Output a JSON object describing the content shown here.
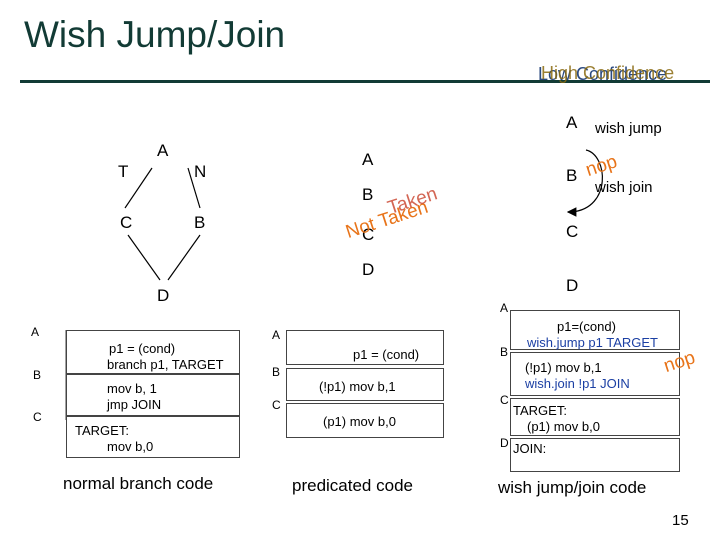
{
  "title": "Wish Jump/Join",
  "confidence": {
    "low": "Low Confidence",
    "high": "High Confidence"
  },
  "cfg": {
    "a": "A",
    "t": "T",
    "n": "N",
    "b": "B",
    "c": "C",
    "d": "D"
  },
  "mid_cfg": {
    "a": "A",
    "b": "B",
    "c": "C",
    "d": "D",
    "not_taken": "Not Taken",
    "taken": "Taken"
  },
  "wish_cfg": {
    "a": "A",
    "b": "B",
    "c": "C",
    "d": "D",
    "wish_jump": "wish jump",
    "wish_join": "wish join",
    "nop": "nop"
  },
  "normal": {
    "labels": {
      "a": "A",
      "b": "B",
      "c": "C"
    },
    "box1_l1": "p1 = (cond)",
    "box1_l2": "branch  p1, TARGET",
    "box2_l1": "mov b, 1",
    "box2_l2": "jmp JOIN",
    "box3_l1": "TARGET:",
    "box3_l2": "mov b,0",
    "caption": "normal branch code"
  },
  "pred": {
    "labels": {
      "a": "A",
      "b": "B",
      "c": "C"
    },
    "line1": "p1 = (cond)",
    "line2": "(!p1) mov  b,1",
    "line3": "(p1) mov  b,0",
    "caption": "predicated code"
  },
  "wish": {
    "labels": {
      "a": "A",
      "b": "B",
      "c": "C",
      "d": "D"
    },
    "box1_l1": "p1=(cond)",
    "box1_l2": "wish.jump p1 TARGET",
    "box2_l1": "(!p1) mov b,1",
    "box2_l2": "wish.join !p1 JOIN",
    "box3_l1": "TARGET:",
    "box3_l2": "(p1) mov b,0",
    "box4_l1": "JOIN:",
    "nop": "nop",
    "caption": "wish jump/join code"
  },
  "page_number": "15"
}
